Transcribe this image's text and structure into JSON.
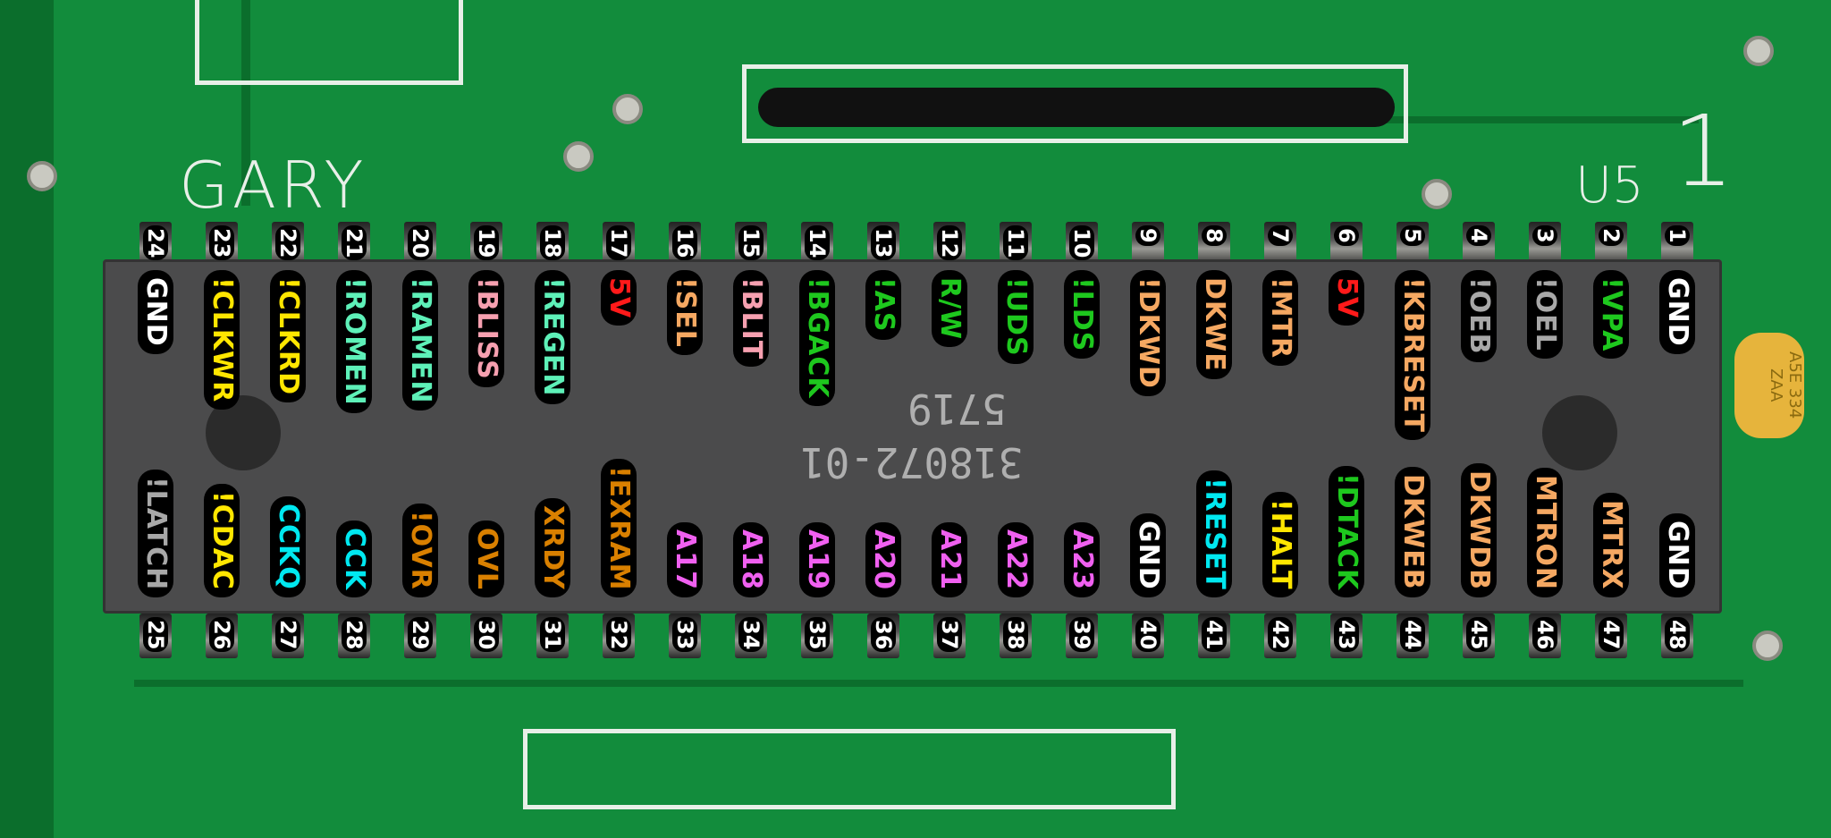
{
  "board": {
    "chip_name_silkscreen": "GARY",
    "ref_designator": "U5",
    "pin1_marker": "1",
    "chip_markings": [
      "318072-01",
      "5719"
    ],
    "colors": {
      "board": "#128c3c",
      "chip": "#4b4b4c"
    }
  },
  "palette": {
    "white": "#ffffff",
    "green": "#1ec81e",
    "gray": "#a8a8a8",
    "orange": "#f5a862",
    "red": "#ff1a1a",
    "pink": "#f6a0b0",
    "mint": "#5ef0b8",
    "yellow": "#ffe600",
    "cyan": "#00e8f0",
    "darkorange": "#d98000",
    "magenta": "#f060f0"
  },
  "top_pins": [
    {
      "number": "24",
      "name": "GND",
      "color": "white"
    },
    {
      "number": "23",
      "name": "!CLKWR",
      "color": "yellow"
    },
    {
      "number": "22",
      "name": "!CLKRD",
      "color": "yellow"
    },
    {
      "number": "21",
      "name": "!ROMEN",
      "color": "mint"
    },
    {
      "number": "20",
      "name": "!RAMEN",
      "color": "mint"
    },
    {
      "number": "19",
      "name": "!BLISS",
      "color": "pink"
    },
    {
      "number": "18",
      "name": "!REGEN",
      "color": "mint"
    },
    {
      "number": "17",
      "name": "5V",
      "color": "red"
    },
    {
      "number": "16",
      "name": "!SEL",
      "color": "orange"
    },
    {
      "number": "15",
      "name": "!BLIT",
      "color": "pink"
    },
    {
      "number": "14",
      "name": "!BGACK",
      "color": "green"
    },
    {
      "number": "13",
      "name": "!AS",
      "color": "green"
    },
    {
      "number": "12",
      "name": "R/W",
      "color": "green"
    },
    {
      "number": "11",
      "name": "!UDS",
      "color": "green"
    },
    {
      "number": "10",
      "name": "!LDS",
      "color": "green"
    },
    {
      "number": "9",
      "name": "!DKWD",
      "color": "orange"
    },
    {
      "number": "8",
      "name": "DKWE",
      "color": "orange"
    },
    {
      "number": "7",
      "name": "!MTR",
      "color": "orange"
    },
    {
      "number": "6",
      "name": "5V",
      "color": "red"
    },
    {
      "number": "5",
      "name": "!KBRESET",
      "color": "orange"
    },
    {
      "number": "4",
      "name": "!OEB",
      "color": "gray"
    },
    {
      "number": "3",
      "name": "!OEL",
      "color": "gray"
    },
    {
      "number": "2",
      "name": "!VPA",
      "color": "green"
    },
    {
      "number": "1",
      "name": "GND",
      "color": "white"
    }
  ],
  "bottom_pins": [
    {
      "number": "25",
      "name": "!LATCH",
      "color": "gray"
    },
    {
      "number": "26",
      "name": "!CDAC",
      "color": "yellow"
    },
    {
      "number": "27",
      "name": "CCKQ",
      "color": "cyan"
    },
    {
      "number": "28",
      "name": "CCK",
      "color": "cyan"
    },
    {
      "number": "29",
      "name": "!OVR",
      "color": "darkorange"
    },
    {
      "number": "30",
      "name": "OVL",
      "color": "darkorange"
    },
    {
      "number": "31",
      "name": "XRDY",
      "color": "darkorange"
    },
    {
      "number": "32",
      "name": "!EXRAM",
      "color": "darkorange"
    },
    {
      "number": "33",
      "name": "A17",
      "color": "magenta"
    },
    {
      "number": "34",
      "name": "A18",
      "color": "magenta"
    },
    {
      "number": "35",
      "name": "A19",
      "color": "magenta"
    },
    {
      "number": "36",
      "name": "A20",
      "color": "magenta"
    },
    {
      "number": "37",
      "name": "A21",
      "color": "magenta"
    },
    {
      "number": "38",
      "name": "A22",
      "color": "magenta"
    },
    {
      "number": "39",
      "name": "A23",
      "color": "magenta"
    },
    {
      "number": "40",
      "name": "GND",
      "color": "white"
    },
    {
      "number": "41",
      "name": "!RESET",
      "color": "cyan"
    },
    {
      "number": "42",
      "name": "!HALT",
      "color": "yellow"
    },
    {
      "number": "43",
      "name": "!DTACK",
      "color": "green"
    },
    {
      "number": "44",
      "name": "DKWEB",
      "color": "orange"
    },
    {
      "number": "45",
      "name": "DKWDB",
      "color": "orange"
    },
    {
      "number": "46",
      "name": "MTRON",
      "color": "orange"
    },
    {
      "number": "47",
      "name": "MTRX",
      "color": "orange"
    },
    {
      "number": "48",
      "name": "GND",
      "color": "white"
    }
  ]
}
